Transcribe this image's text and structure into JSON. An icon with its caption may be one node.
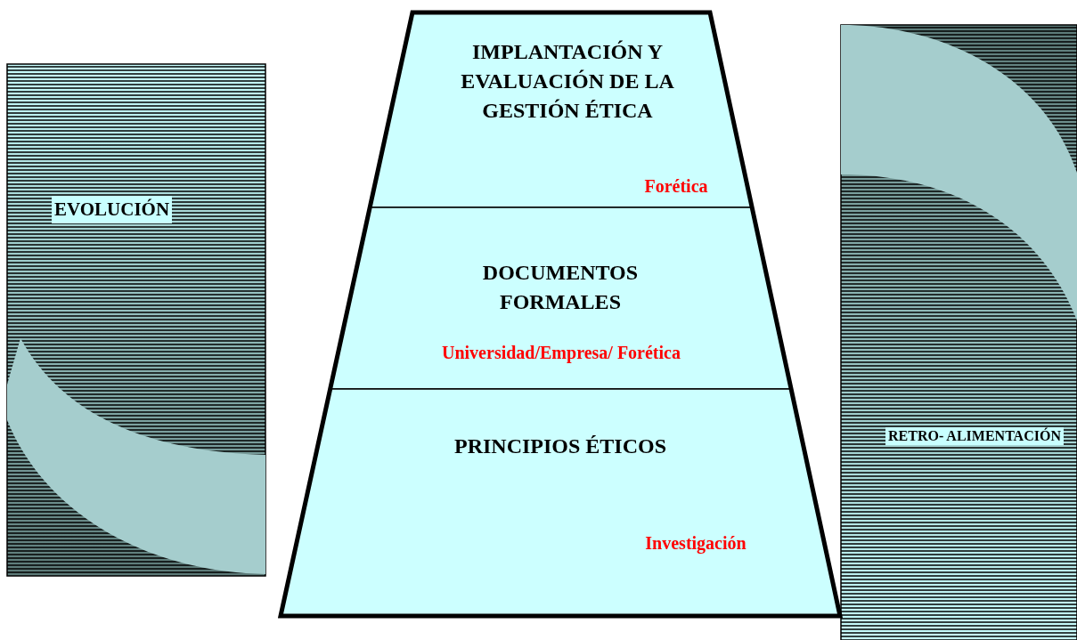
{
  "diagram": {
    "nodes": [
      {
        "text": [
          "EVOLUCIÓN"
        ]
      },
      {
        "text": [
          "IMPLANTACIÓN Y EVALUACIÓN DE LA GESTIÓN ÉTICA",
          "Forética"
        ]
      },
      {
        "text": [
          "DOCUMENTOS FORMALES",
          "Universidad/Empresa/ Forética"
        ]
      },
      {
        "text": [
          "PRINCIPIOS ÉTICOS",
          "Investigación"
        ]
      },
      {
        "text": [
          "RETRO- ALIMENTACIÓN"
        ]
      }
    ],
    "edges": []
  }
}
